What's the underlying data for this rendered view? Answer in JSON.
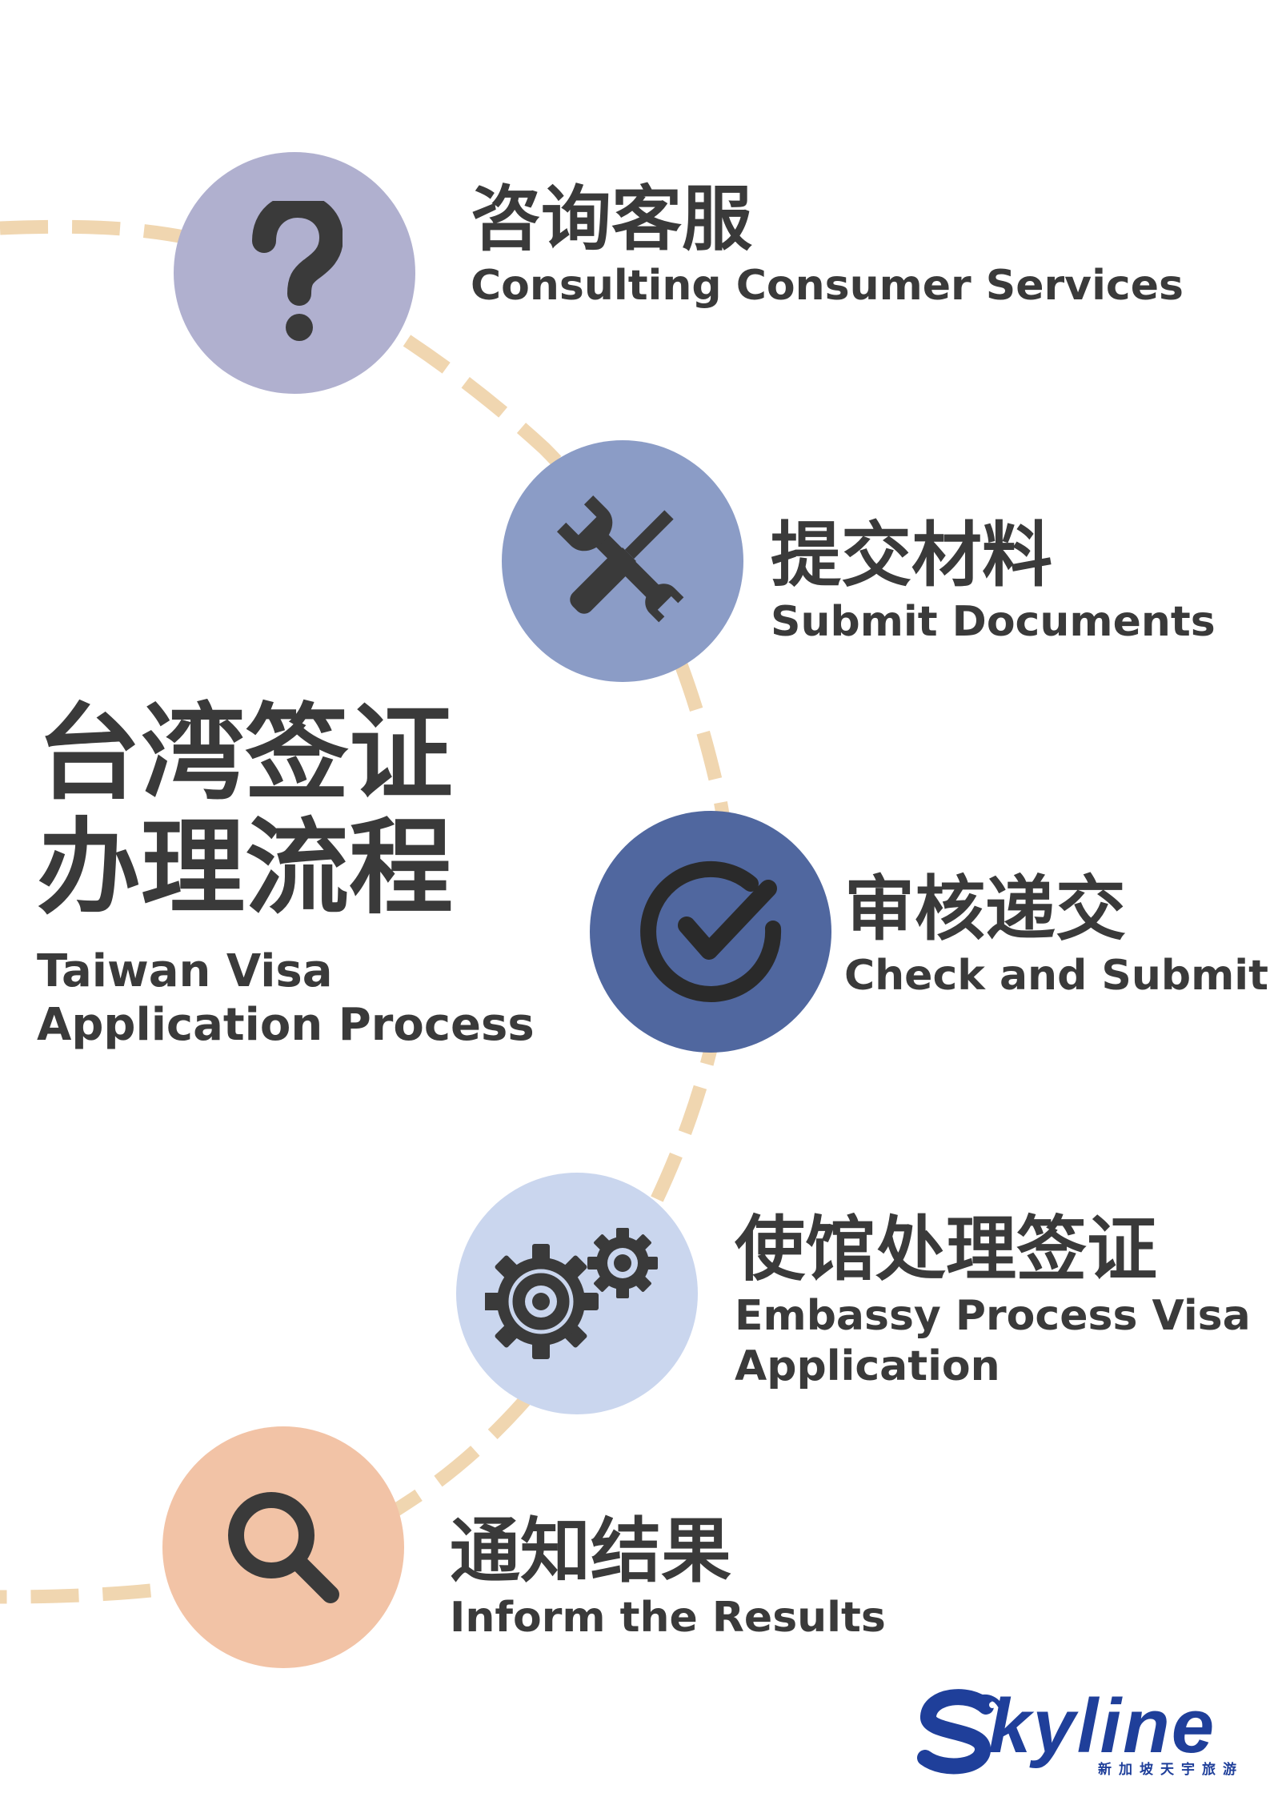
{
  "title": {
    "zh_line1": "台湾签证",
    "zh_line2": "办理流程",
    "en_line1": "Taiwan Visa",
    "en_line2": "Application Process"
  },
  "steps": [
    {
      "zh": "咨询客服",
      "en": "Consulting Consumer Services",
      "icon": "question-mark-icon",
      "color": "#b0b0cf"
    },
    {
      "zh": "提交材料",
      "en": "Submit Documents",
      "icon": "wrench-screwdriver-icon",
      "color": "#8b9cc6"
    },
    {
      "zh": "审核递交",
      "en": "Check and Submit",
      "icon": "checkmark-circle-icon",
      "color": "#50679f"
    },
    {
      "zh": "使馆处理签证",
      "en_line1": "Embassy Process Visa",
      "en_line2": "Application",
      "icon": "gears-icon",
      "color": "#cad6ee"
    },
    {
      "zh": "通知结果",
      "en": "Inform the Results",
      "icon": "magnifier-icon",
      "color": "#f2c3a6"
    }
  ],
  "connector_color": "#f0d6b0",
  "icon_color": "#3a3a3a",
  "logo": {
    "word": "kyline",
    "subtitle": "新加坡天宇旅游",
    "color": "#1f3f9a"
  }
}
